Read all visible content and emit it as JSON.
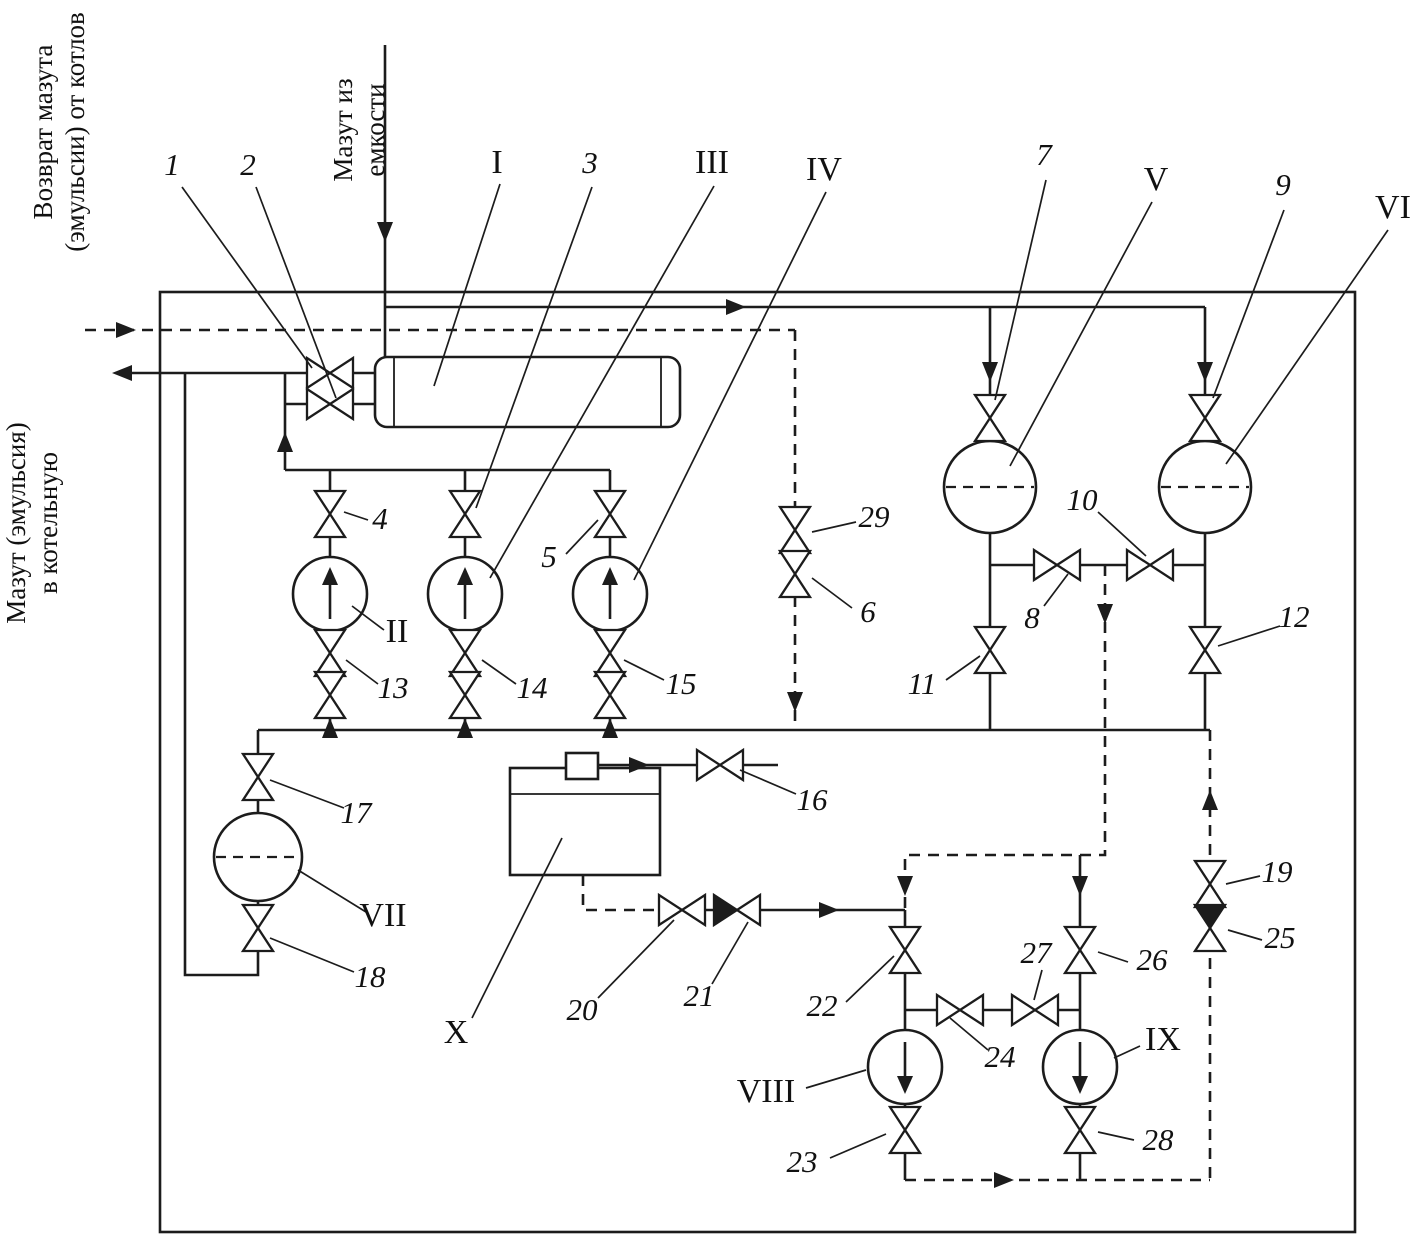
{
  "figure": {
    "background": "#ffffff",
    "line_color": "#1c1c1c"
  },
  "streams": {
    "return_from_boilers": {
      "line1": "Возврат мазута",
      "line2": "(эмульсии) от котлов"
    },
    "fuel_from_tank": {
      "line1": "Мазут из",
      "line2": "емкости"
    },
    "fuel_to_boiler_room": {
      "line1": "Мазут (эмульсия)",
      "line2": "в котельную"
    }
  },
  "equipment": {
    "I": "I",
    "II": "II",
    "III": "III",
    "IV": "IV",
    "V": "V",
    "VI": "VI",
    "VII": "VII",
    "VIII": "VIII",
    "IX": "IX",
    "X": "X"
  },
  "valves": {
    "v1": "1",
    "v2": "2",
    "v3": "3",
    "v4": "4",
    "v5": "5",
    "v6": "6",
    "v7": "7",
    "v8": "8",
    "v9": "9",
    "v10": "10",
    "v11": "11",
    "v12": "12",
    "v13": "13",
    "v14": "14",
    "v15": "15",
    "v16": "16",
    "v17": "17",
    "v18": "18",
    "v19": "19",
    "v20": "20",
    "v21": "21",
    "v22": "22",
    "v23": "23",
    "v24": "24",
    "v25": "25",
    "v26": "26",
    "v27": "27",
    "v28": "28",
    "v29": "29"
  }
}
